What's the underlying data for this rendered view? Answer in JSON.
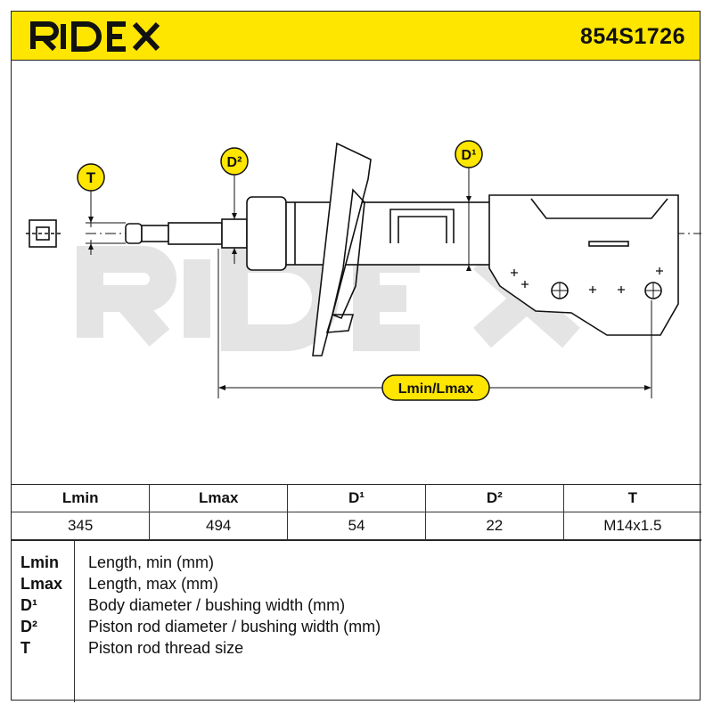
{
  "brand": "RIDEX",
  "part_number": "854S1726",
  "colors": {
    "brand_yellow": "#ffe600",
    "line": "#111111",
    "watermark": "#e6e6e6"
  },
  "diagram_labels": {
    "t": "T",
    "d1": "D¹",
    "d2": "D²",
    "length": "Lmin/Lmax"
  },
  "spec_table": {
    "headers": [
      "Lmin",
      "Lmax",
      "D¹",
      "D²",
      "T"
    ],
    "values": [
      "345",
      "494",
      "54",
      "22",
      "M14x1.5"
    ]
  },
  "legend": [
    {
      "key": "Lmin",
      "desc": "Length, min (mm)"
    },
    {
      "key": "Lmax",
      "desc": "Length, max (mm)"
    },
    {
      "key": "D¹",
      "desc": "Body diameter / bushing width (mm)"
    },
    {
      "key": "D²",
      "desc": "Piston rod diameter / bushing width (mm)"
    },
    {
      "key": "T",
      "desc": "Piston rod thread size"
    }
  ]
}
